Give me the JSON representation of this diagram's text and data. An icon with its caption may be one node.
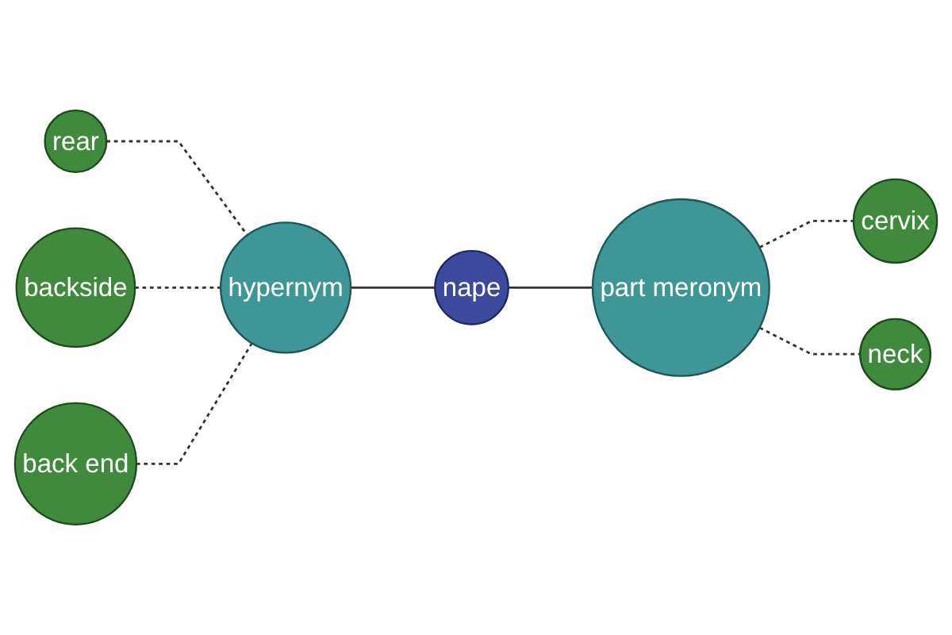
{
  "diagram": {
    "nodes": [
      {
        "text": [
          "nape"
        ]
      },
      {
        "text": [
          "part meronym"
        ]
      },
      {
        "text": [
          "cervix"
        ]
      },
      {
        "text": [
          "neck"
        ]
      },
      {
        "text": [
          "hypernym"
        ]
      },
      {
        "text": [
          "rear"
        ]
      },
      {
        "text": [
          "backside"
        ]
      },
      {
        "text": [
          "back end"
        ]
      }
    ],
    "edges": [
      {
        "from": 0,
        "to": 1,
        "arrow": "none"
      },
      {
        "from": 4,
        "to": 0,
        "arrow": "none"
      },
      {
        "from": 1,
        "to": 2,
        "arrow": "none",
        "style": "dashed"
      },
      {
        "from": 1,
        "to": 3,
        "arrow": "none",
        "style": "dashed"
      },
      {
        "from": 5,
        "to": 4,
        "arrow": "none",
        "style": "dashed"
      },
      {
        "from": 6,
        "to": 4,
        "arrow": "none",
        "style": "dashed"
      },
      {
        "from": 7,
        "to": 4,
        "arrow": "none",
        "style": "dashed"
      }
    ]
  }
}
